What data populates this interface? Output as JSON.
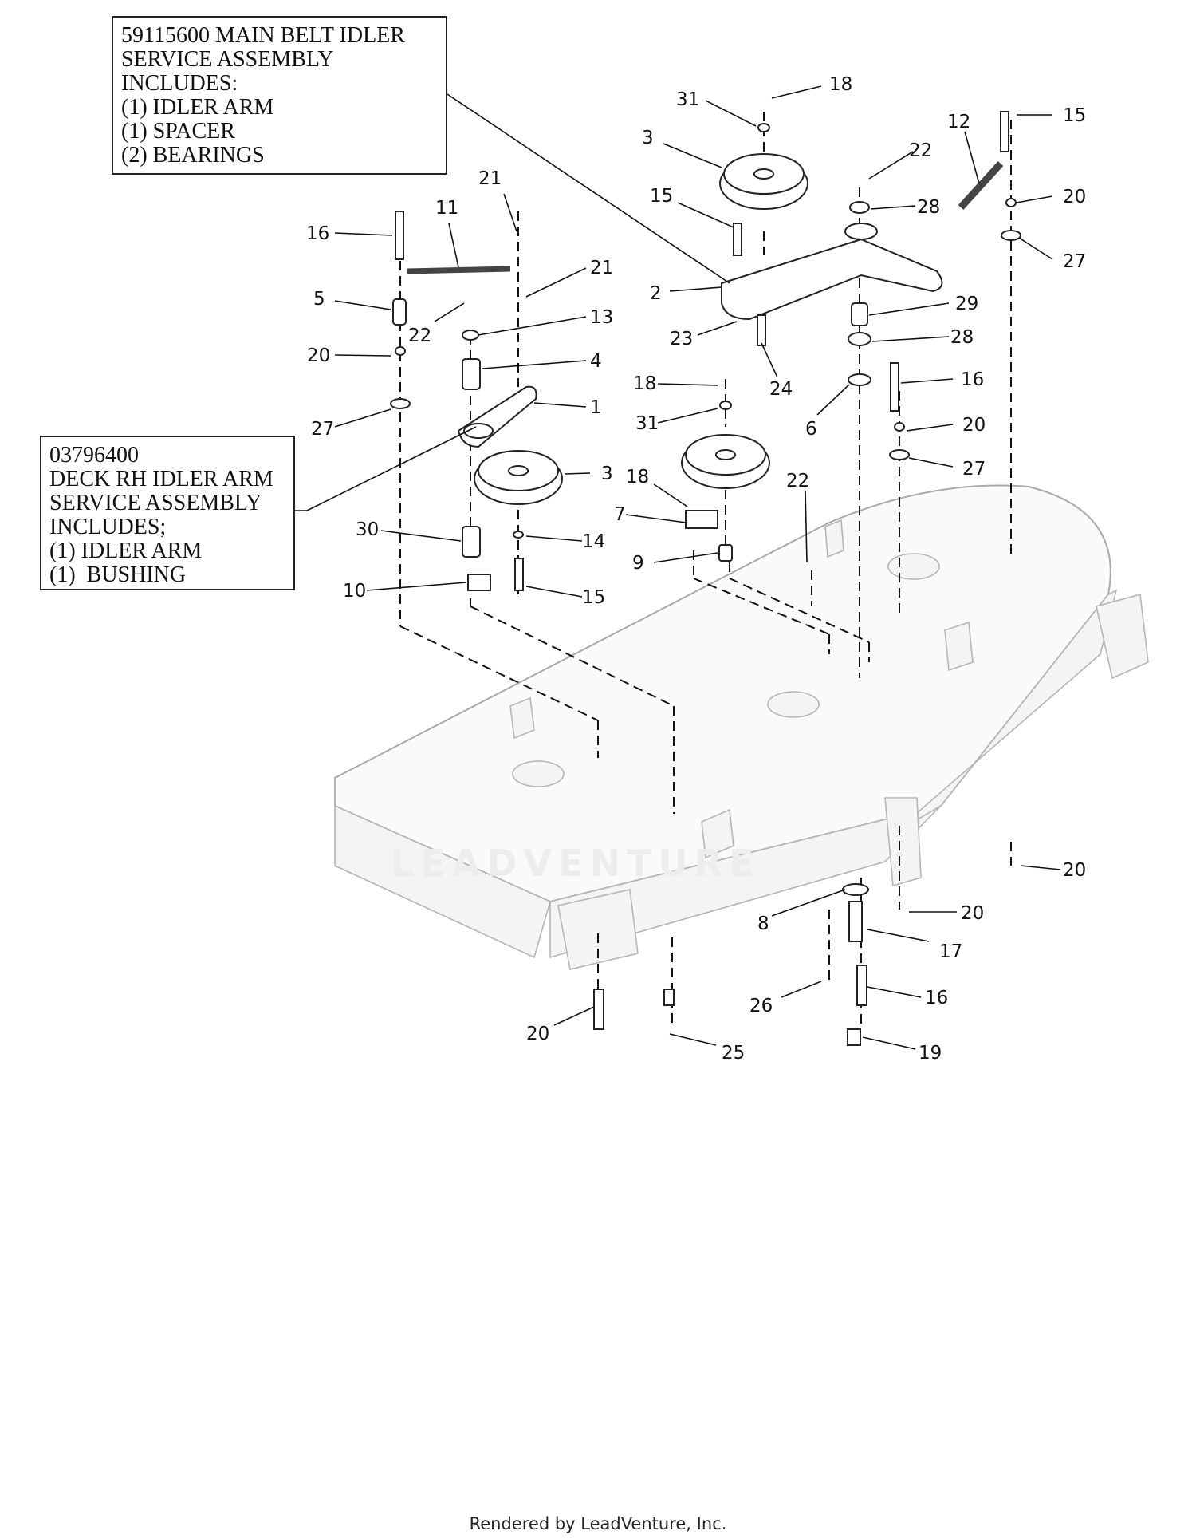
{
  "callouts": {
    "main_belt": [
      "59115600 MAIN BELT IDLER",
      "SERVICE ASSEMBLY",
      "INCLUDES:",
      "(1) IDLER ARM",
      "(1) SPACER",
      "(2) BEARINGS"
    ],
    "rh_idler": [
      "03796400",
      "DECK RH IDLER ARM",
      "SERVICE ASSEMBLY",
      "INCLUDES;",
      "(1) IDLER ARM",
      "(1)  BUSHING"
    ]
  },
  "watermark": "LEADVENTURE",
  "footer": "Rendered by LeadVenture, Inc.",
  "part_labels": [
    "18",
    "31",
    "3",
    "15",
    "22",
    "28",
    "12",
    "15",
    "20",
    "27",
    "21",
    "11",
    "16",
    "21",
    "2",
    "29",
    "28",
    "23",
    "24",
    "5",
    "22",
    "13",
    "20",
    "4",
    "16",
    "1",
    "18",
    "6",
    "20",
    "27",
    "31",
    "27",
    "3",
    "18",
    "22",
    "7",
    "30",
    "14",
    "9",
    "10",
    "15",
    "20",
    "8",
    "20",
    "17",
    "26",
    "16",
    "20",
    "25",
    "19"
  ]
}
